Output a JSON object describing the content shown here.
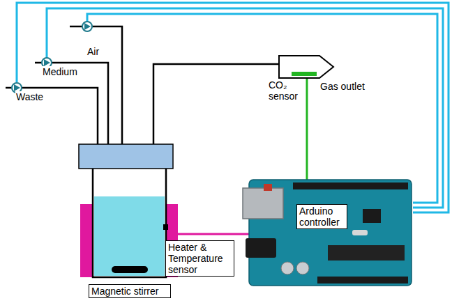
{
  "diagram": {
    "nodes": [
      {
        "text": [
          "Arduino controller"
        ]
      },
      {
        "text": [
          "Heater & Temperature sensor"
        ]
      },
      {
        "text": [
          "Magnetic stirrer"
        ]
      }
    ],
    "labels": [
      "Air",
      "Medium",
      "Waste",
      "CO₂ sensor",
      "Gas outlet"
    ]
  }
}
